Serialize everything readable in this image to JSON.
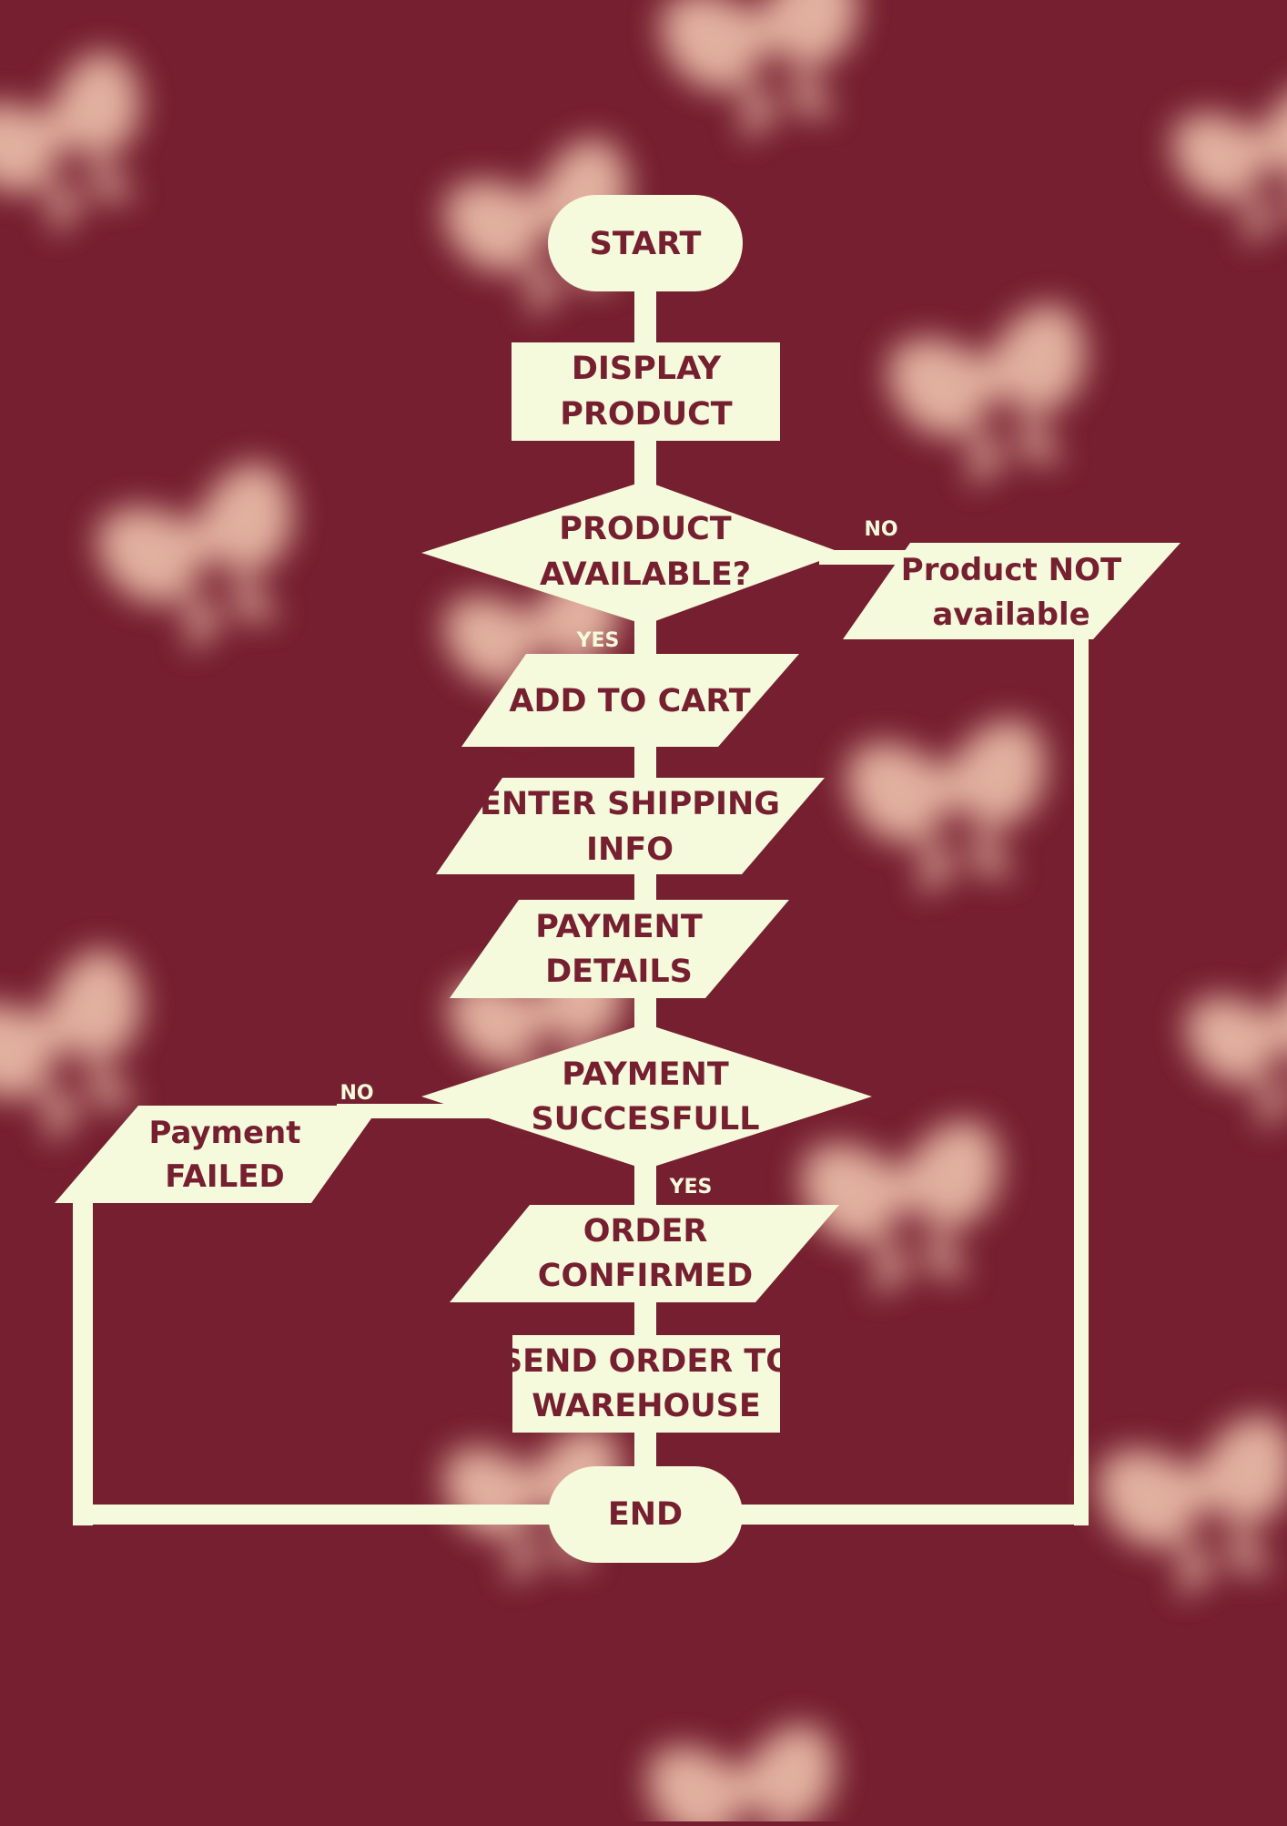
{
  "colors": {
    "background": "#761f30",
    "shape_fill": "#f4fadb",
    "text": "#761f30",
    "bow_blur": "#e8b9a6"
  },
  "decoration": {
    "icon": "bow-icon"
  },
  "flowchart": {
    "start": "START",
    "display_product": [
      "DISPLAY",
      "PRODUCT"
    ],
    "product_available": [
      "PRODUCT",
      "AVAILABLE?"
    ],
    "product_not_available": [
      "Product NOT",
      "available"
    ],
    "add_to_cart": "ADD TO CART",
    "enter_shipping": [
      "ENTER SHIPPING",
      "INFO"
    ],
    "payment_details": [
      "PAYMENT",
      "DETAILS"
    ],
    "payment_successful": [
      "PAYMENT",
      "SUCCESFULL"
    ],
    "payment_failed": [
      "Payment",
      "FAILED"
    ],
    "order_confirmed": [
      "ORDER",
      "CONFIRMED"
    ],
    "send_order": [
      "SEND ORDER TO",
      "WAREHOUSE"
    ],
    "end": "END",
    "labels": {
      "no_product": "NO",
      "yes_product": "YES",
      "no_payment": "NO",
      "yes_payment": "YES"
    }
  }
}
